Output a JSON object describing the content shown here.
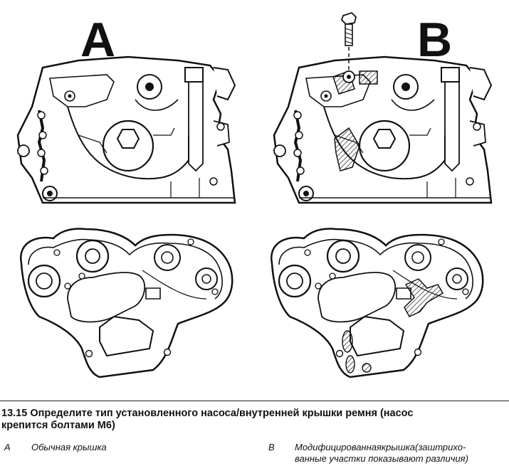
{
  "figure": {
    "label_a": "A",
    "label_b": "B"
  },
  "caption": {
    "line1": "13.15 Определите тип установленного насоса/внутренней крышки ремня (насос",
    "line2": "крепится болтами М6)"
  },
  "legend": {
    "a_key": "A",
    "a_text": "Обычная крышка",
    "b_key": "B",
    "b_line1": "Модифицированнаякрышка(заштрихо-",
    "b_line2": "ванные участки показывают различия)"
  },
  "colors": {
    "ink": "#111111",
    "paper": "#ffffff"
  },
  "icons": [
    "bolt-icon"
  ]
}
